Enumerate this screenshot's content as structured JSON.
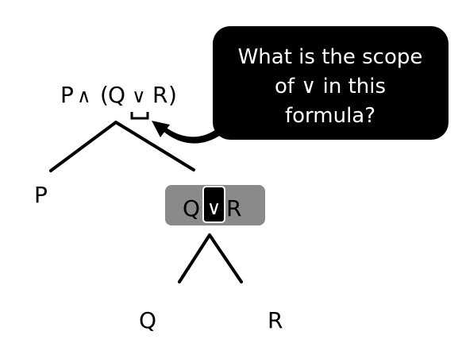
{
  "formula": {
    "p": "P",
    "and": "∧",
    "open_paren": "(",
    "q": "Q",
    "or": "∨",
    "r": "R",
    "close_paren": ")"
  },
  "callout": {
    "lines": [
      "What is the scope",
      "of ∨ in this",
      "formula?"
    ]
  },
  "tree": {
    "left_leaf": "P",
    "subformula": {
      "q": "Q",
      "or": "∨",
      "r": "R"
    },
    "q_leaf": "Q",
    "r_leaf": "R"
  },
  "colors": {
    "line": "#000000",
    "callout_bg": "#000000",
    "callout_text": "#ffffff",
    "node_highlight": "#8a8a8a",
    "operator_box": "#000000",
    "operator_box_border": "#ffffff"
  }
}
